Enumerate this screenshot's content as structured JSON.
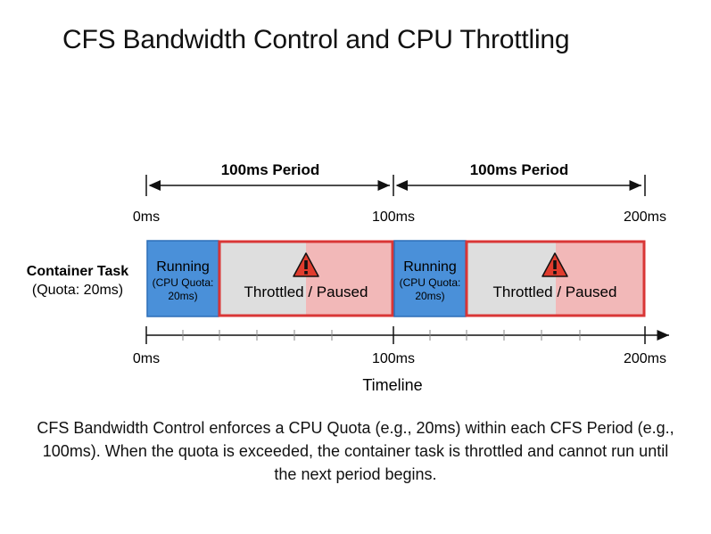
{
  "title": "CFS Bandwidth Control and CPU Throttling",
  "diagram": {
    "period_labels": [
      "100ms Period",
      "100ms Period"
    ],
    "top_ticks": [
      "0ms",
      "100ms",
      "200ms"
    ],
    "bottom_ticks": [
      "0ms",
      "100ms",
      "200ms"
    ],
    "row_label": "Container Task",
    "row_sublabel": "(Quota: 20ms)",
    "running_label": "Running",
    "running_sub1": "(CPU Quota:",
    "running_sub2": "20ms)",
    "throttled_label": "Throttled / Paused",
    "axis_label": "Timeline",
    "colors": {
      "running": "#4a90d9",
      "running_border": "#2d6fb8",
      "throttled_fill": "#dedede",
      "throttled_tint": "#f2b8b8",
      "throttled_border": "#d93636",
      "warning": "#e03c2e"
    },
    "icons": [
      "warning-icon",
      "warning-icon"
    ]
  },
  "caption": "CFS Bandwidth Control enforces a CPU Quota (e.g., 20ms) within each CFS Period (e.g., 100ms). When the quota is exceeded, the container task is throttled and cannot run until the next period begins."
}
